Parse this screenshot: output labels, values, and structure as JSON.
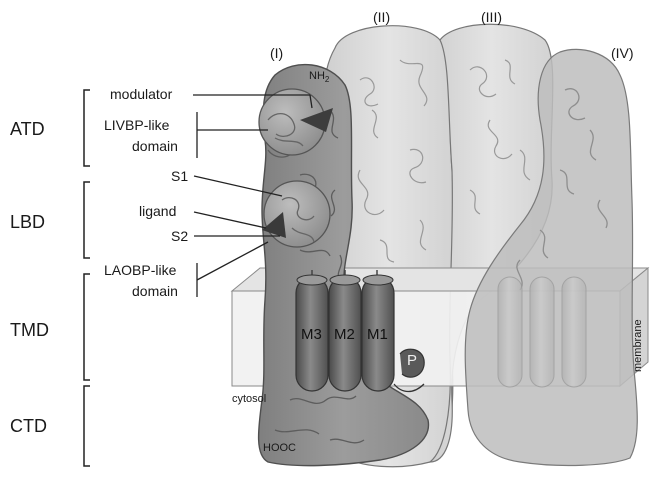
{
  "subunit_labels": {
    "I": "(I)",
    "II": "(II)",
    "III": "(III)",
    "IV": "(IV)"
  },
  "domain_labels": {
    "atd": "ATD",
    "lbd": "LBD",
    "tmd": "TMD",
    "ctd": "CTD"
  },
  "annotations": {
    "modulator": "modulator",
    "livbp_line1": "LIVBP-like",
    "livbp_line2": "domain",
    "s1": "S1",
    "ligand": "ligand",
    "s2": "S2",
    "laobp_line1": "LAOBP-like",
    "laobp_line2": "domain",
    "nh2": "NH",
    "nh2_sub": "2",
    "hooc": "HOOC",
    "cytosol": "cytosol",
    "membrane": "membrane"
  },
  "helices": {
    "m3": "M3",
    "m2": "M2",
    "m1": "M1",
    "p": "P"
  },
  "colors": {
    "subunit_front": "#8f8f8f",
    "subunit_back": "#d6d6d6",
    "subunit_outline": "#555555",
    "membrane_face": "#f1f1f1",
    "helix": "#6e6e6e",
    "pocket": "#a5a5a5",
    "ligand": "#3a3a3a"
  }
}
